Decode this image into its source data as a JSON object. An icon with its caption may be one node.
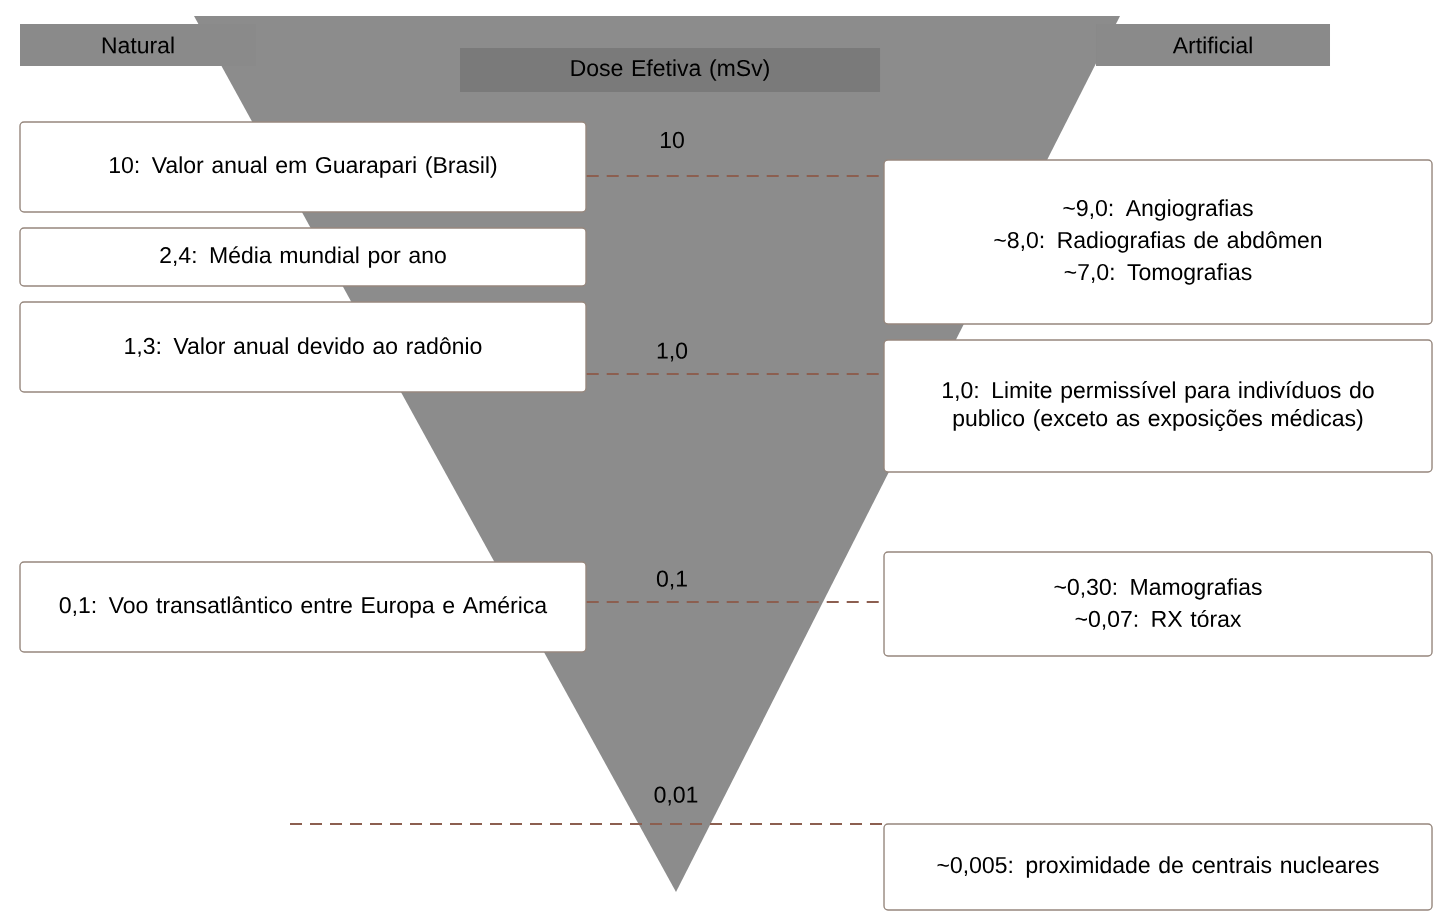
{
  "diagram": {
    "nodes": [
      {
        "text": [
          "Natural"
        ]
      },
      {
        "text": [
          "Dose Efetiva (mSv)"
        ]
      },
      {
        "text": [
          "Artificial"
        ]
      },
      {
        "text": [
          "10: Valor anual em Guarapari (Brasil)"
        ]
      },
      {
        "text": [
          "~9,0: Angiografias",
          "~8,0: Radiografias de abdômen",
          "~7,0: Tomografias"
        ]
      },
      {
        "text": [
          "2,4: Média mundial por ano"
        ]
      },
      {
        "text": [
          "1,3: Valor anual devido ao radônio"
        ]
      },
      {
        "text": [
          "1,0: Limite permissível para indivíduos do publico (exceto as exposições médicas)"
        ]
      },
      {
        "text": [
          "0,1: Voo transatlântico entre Europa e América"
        ]
      },
      {
        "text": [
          "~0,30: Mamografias",
          "~0,07: RX tórax"
        ]
      },
      {
        "text": [
          "~0,005: proximidade de centrais nucleares"
        ]
      }
    ],
    "edges": [
      {
        "from": 3,
        "to": 4,
        "arrow": "none",
        "style": "dashed"
      },
      {
        "from": 6,
        "to": 7,
        "arrow": "none",
        "style": "dashed"
      },
      {
        "from": 8,
        "to": 9,
        "arrow": "none",
        "style": "dashed"
      },
      {
        "from": null,
        "to": 10,
        "arrow": "none",
        "style": "dashed"
      }
    ],
    "labels": [
      "10",
      "1,0",
      "0,1",
      "0,01"
    ]
  }
}
